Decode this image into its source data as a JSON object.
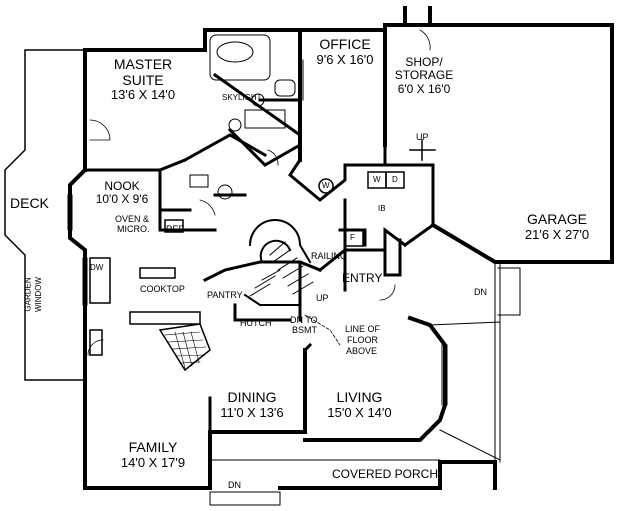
{
  "rooms": {
    "office": {
      "name": "OFFICE",
      "dims": "9'6 X 16'0"
    },
    "master": {
      "name1": "MASTER",
      "name2": "SUITE",
      "dims": "13'6 X 14'0"
    },
    "shop": {
      "name1": "SHOP/",
      "name2": "STORAGE",
      "dims": "6'0 X 16'0"
    },
    "nook": {
      "name": "NOOK",
      "dims": "10'0 X 9'6"
    },
    "garage": {
      "name": "GARAGE",
      "dims": "21'6 X 27'0"
    },
    "deck": {
      "name": "DECK"
    },
    "dining": {
      "name": "DINING",
      "dims": "11'0 X 13'6"
    },
    "living": {
      "name": "LIVING",
      "dims": "15'0 X 14'0"
    },
    "family": {
      "name": "FAMILY",
      "dims": "14'0 X 17'9"
    },
    "entry": {
      "name": "ENTRY"
    },
    "porch": {
      "name": "COVERED PORCH"
    }
  },
  "labels": {
    "skylight": "SKYLIGHT",
    "oven1": "OVEN &",
    "oven2": "MICRO.",
    "ref": "REF",
    "cooktop": "COOKTOP",
    "pantry": "PANTRY",
    "hutch": "HUTCH",
    "railing": "RAILING",
    "up_stair": "UP",
    "dn_bsmt1": "DN TO",
    "dn_bsmt2": "BSMT",
    "floor1": "LINE OF",
    "floor2": "FLOOR",
    "floor3": "ABOVE",
    "garden1": "GARDEN",
    "garden2": "WINDOW",
    "dw": "DW",
    "w": "W",
    "w2": "W",
    "d": "D",
    "f": "F",
    "ib": "IB",
    "up_garage": "UP",
    "dn_right": "DN",
    "dn_bottom": "DN"
  }
}
